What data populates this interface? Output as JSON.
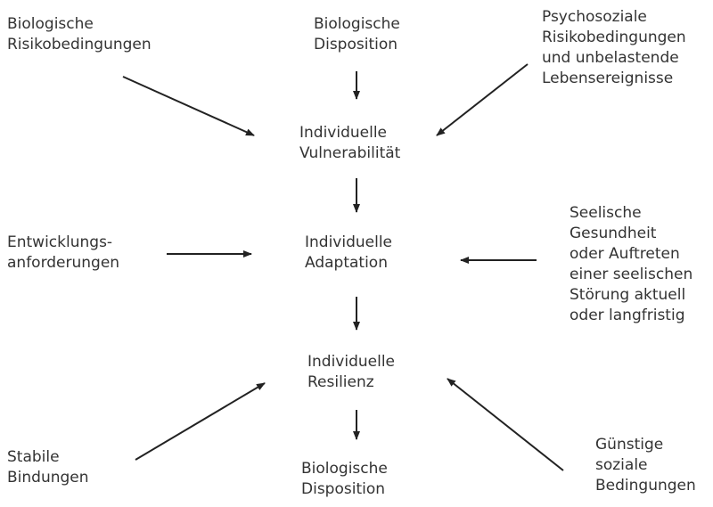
{
  "diagram": {
    "nodes": {
      "bio_risk": "Biologische\nRisikobedingungen",
      "bio_disp_top": "Biologische\nDisposition",
      "psycho_risk": "Psychosoziale\nRisikobedingungen\nund unbelastende\nLebensereignisse",
      "vulnerability": "Individuelle\nVulnerabilität",
      "development": "Entwicklungs-\nanforderungen",
      "adaptation": "Individuelle\nAdaptation",
      "mental_health": "Seelische\nGesundheit\noder Auftreten\neiner seelischen\nStörung aktuell\noder langfristig",
      "resilience": "Individuelle\nResilienz",
      "bindings": "Stabile\nBindungen",
      "bio_disp_bottom": "Biologische\nDisposition",
      "social": "Günstige\nsoziale\nBedingungen"
    },
    "colors": {
      "text": "#333333",
      "arrow": "#222222"
    }
  }
}
